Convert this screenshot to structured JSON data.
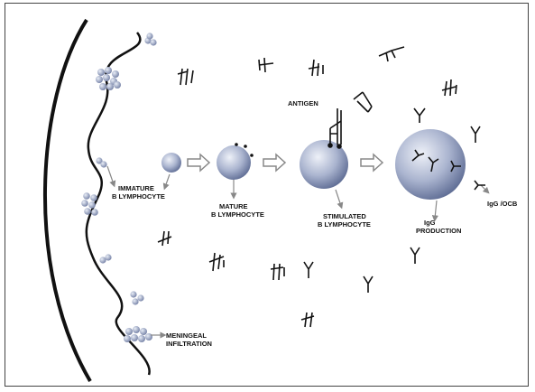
{
  "labels": {
    "antigen": "ANTIGEN",
    "immature_1": "IMMATURE",
    "immature_2": "B LYMPHOCYTE",
    "mature_1": "MATURE",
    "mature_2": "B LYMPHOCYTE",
    "stimulated_1": "STIMULATED",
    "stimulated_2": "B LYMPHOCYTE",
    "igg_1": "IgG",
    "igg_2": "PRODUCTION",
    "igg_ocb": "IgG /OCB",
    "meningeal_1": "MENINGEAL",
    "meningeal_2": "INFILTRATION"
  },
  "colors": {
    "cell_light": "#e4e9f4",
    "cell_dark": "#5d6b93",
    "outline": "#111111",
    "arrow": "#888888"
  },
  "icons": [
    "y-antibody-icon",
    "antigen-fork-icon",
    "block-arrow-icon"
  ]
}
